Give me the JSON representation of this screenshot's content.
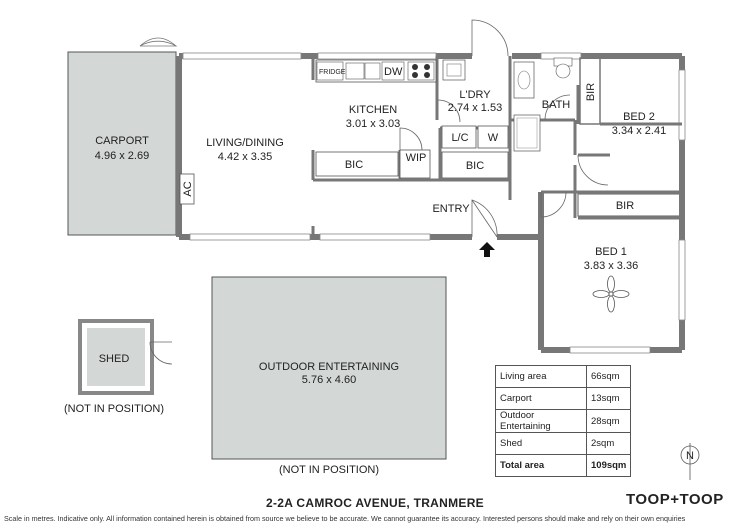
{
  "rooms": {
    "carport": {
      "name": "CARPORT",
      "dims": "4.96 x 2.69"
    },
    "living": {
      "name": "LIVING/DINING",
      "dims": "4.42 x 3.35"
    },
    "kitchen": {
      "name": "KITCHEN",
      "dims": "3.01 x 3.03"
    },
    "laundry": {
      "name": "L'DRY",
      "dims": "2.74 x 1.53"
    },
    "bath": {
      "name": "BATH"
    },
    "bed2": {
      "name": "BED 2",
      "dims": "3.34 x 2.41"
    },
    "bed1": {
      "name": "BED 1",
      "dims": "3.83 x 3.36"
    },
    "entry": {
      "name": "ENTRY"
    },
    "outdoor": {
      "name": "OUTDOOR ENTERTAINING",
      "dims": "5.76 x 4.60"
    },
    "shed": {
      "name": "SHED"
    }
  },
  "fixtures": {
    "fridge": "FRIDGE",
    "dw": "DW",
    "bic": "BIC",
    "wip": "WIP",
    "lc": "L/C",
    "w": "W",
    "bir": "BIR",
    "ac": "AC"
  },
  "notes": {
    "not_in_position": "(NOT IN POSITION)"
  },
  "area_table": [
    {
      "label": "Living area",
      "value": "66sqm"
    },
    {
      "label": "Carport",
      "value": "13sqm"
    },
    {
      "label": "Outdoor Entertaining",
      "value": "28sqm"
    },
    {
      "label": "Shed",
      "value": "2sqm"
    },
    {
      "label": "Total area",
      "value": "109sqm",
      "total": true
    }
  ],
  "address": "2-2A CAMROC AVENUE, TRANMERE",
  "brand": "TOOP+TOOP",
  "compass": "N",
  "disclaimer": "Scale in metres. Indicative only. All information contained herein is obtained from source we believe to be accurate. We cannot guarantee its accuracy. Interested persons should make and rely on their own enquiries"
}
